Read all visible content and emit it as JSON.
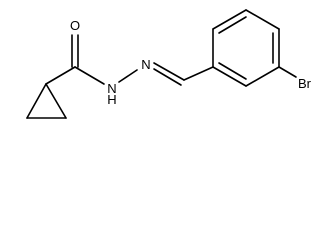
{
  "molecule": {
    "atom_labels": {
      "oxygen": "O",
      "nitrogen_imine": "N",
      "nitrogen_amide": "N",
      "amide_hydrogen": "H",
      "bromine": "Br"
    },
    "colors": {
      "bond": "#000000",
      "label": "#000000",
      "background": "#ffffff"
    }
  }
}
